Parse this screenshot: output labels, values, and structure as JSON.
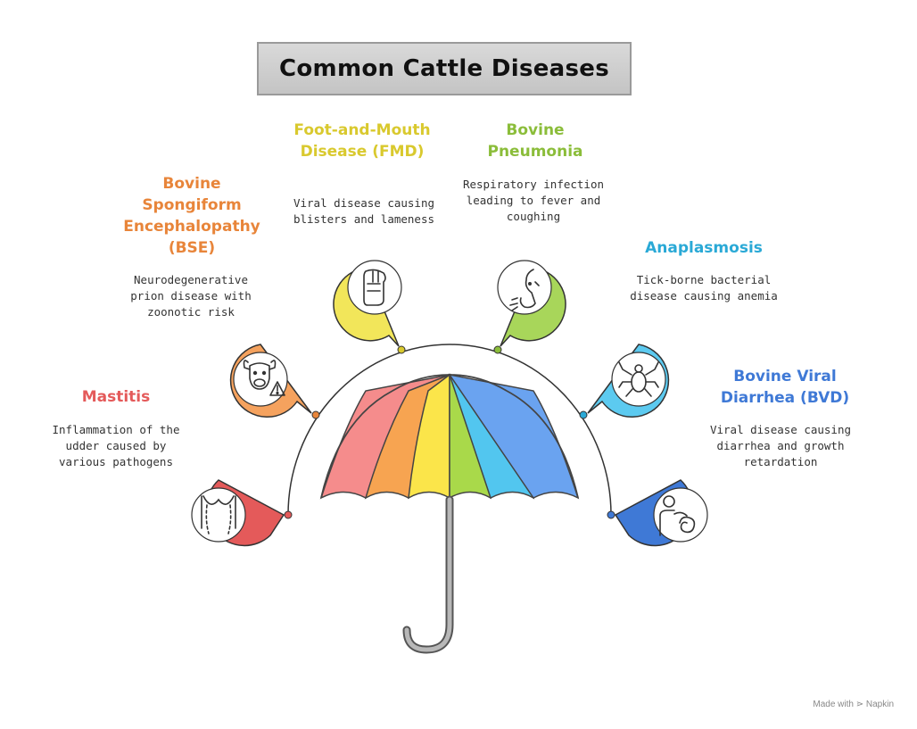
{
  "title": "Common Cattle Diseases",
  "footer": "Made with ⋗ Napkin",
  "diseases": [
    {
      "name": "Mastitis",
      "description": "Inflammation of the udder caused by various pathogens",
      "color": "#e45a5a",
      "icon": "udder-icon"
    },
    {
      "name": "Bovine Spongiform Encephalopathy (BSE)",
      "description": "Neurodegenerative prion disease with zoonotic risk",
      "color": "#e8853a",
      "icon": "cow-warning-icon"
    },
    {
      "name": "Foot-and-Mouth Disease (FMD)",
      "description": "Viral disease causing blisters and lameness",
      "color": "#d9c92e",
      "icon": "hoof-icon"
    },
    {
      "name": "Bovine Pneumonia",
      "description": "Respiratory infection leading to fever and coughing",
      "color": "#8bbd3a",
      "icon": "coughing-animal-icon"
    },
    {
      "name": "Anaplasmosis",
      "description": "Tick-borne bacterial disease causing anemia",
      "color": "#2aa9d6",
      "icon": "tick-icon"
    },
    {
      "name": "Bovine Viral Diarrhea (BVD)",
      "description": "Viral disease causing diarrhea and growth retardation",
      "color": "#3f79d6",
      "icon": "sick-person-icon"
    }
  ]
}
